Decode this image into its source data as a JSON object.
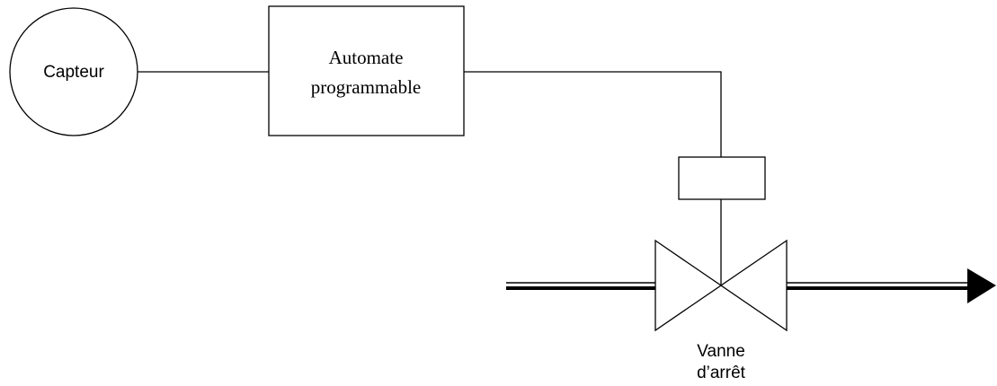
{
  "diagram": {
    "sensor": {
      "label": "Capteur"
    },
    "plc": {
      "label_line1": "Automate",
      "label_line2": "programmable"
    },
    "valve": {
      "label_line1": "Vanne",
      "label_line2": "d’arrêt"
    }
  }
}
